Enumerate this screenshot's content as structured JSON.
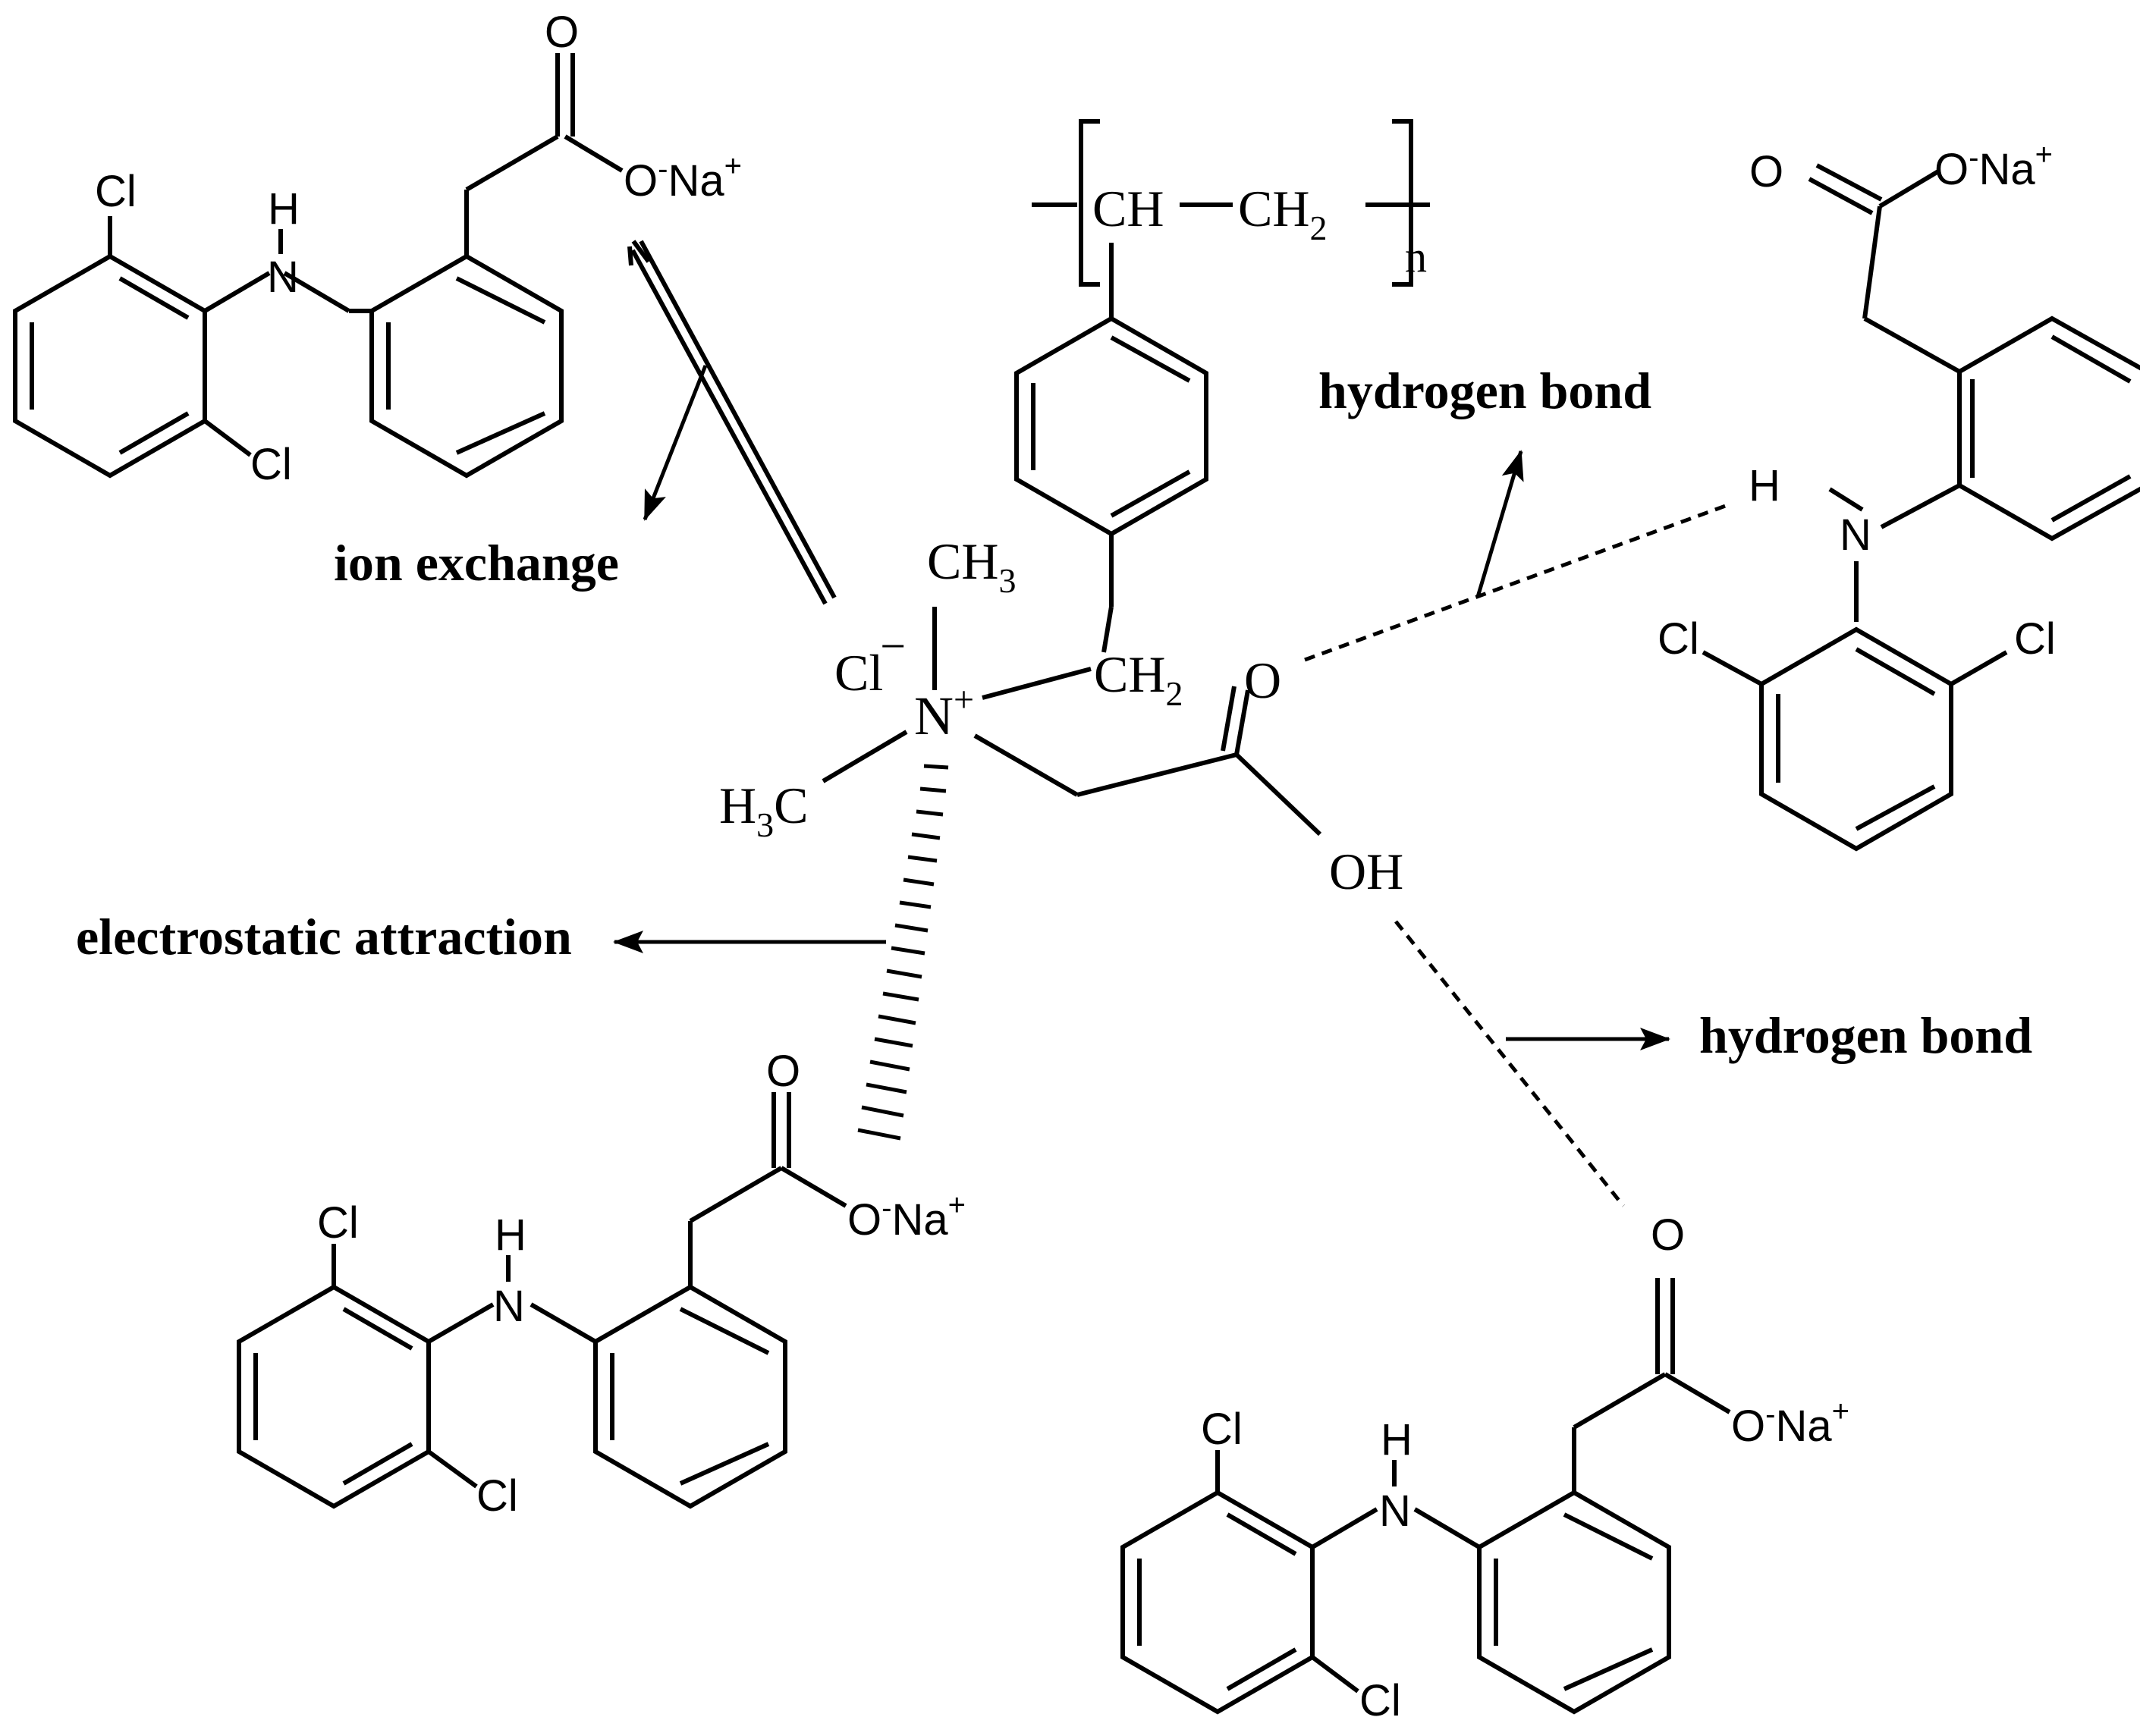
{
  "labels": {
    "ion_exchange": "ion exchange",
    "electrostatic": "electrostatic attraction",
    "hbond_top": "hydrogen bond",
    "hbond_bottom": "hydrogen bond"
  },
  "atoms": {
    "cl": "Cl",
    "h": "H",
    "n": "N",
    "o": "O",
    "o_minus": "O",
    "minus": "-",
    "na": "Na",
    "plus": "+"
  },
  "resin": {
    "ch": "CH",
    "ch2": "CH",
    "sub2": "2",
    "n_sub": "n",
    "ch3": "CH",
    "sub3": "3",
    "cl_minus": "Cl",
    "minus": "−",
    "n_plus": "N",
    "plus": "+",
    "h3c_h": "H",
    "h3c_c": "C",
    "oh": "OH",
    "o": "O"
  }
}
